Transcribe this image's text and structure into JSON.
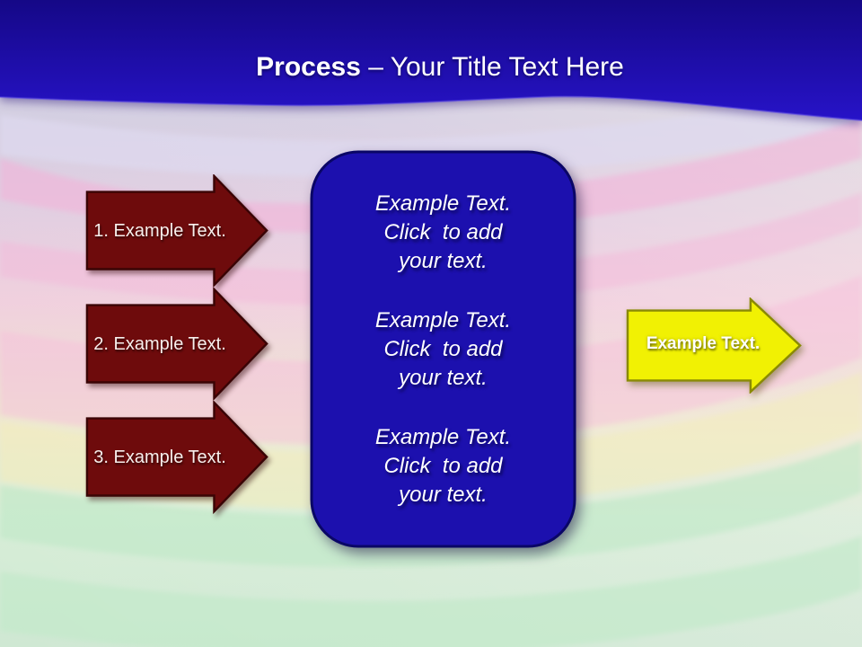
{
  "slide": {
    "title": {
      "bold": "Process",
      "rest": " – Your Title Text Here"
    },
    "steps": [
      {
        "label": "1. Example Text."
      },
      {
        "label": "2. Example Text."
      },
      {
        "label": "3. Example Text."
      }
    ],
    "panel": {
      "paragraphs": [
        "Example Text.\nClick  to add\nyour text.",
        "Example Text.\nClick  to add\nyour text.",
        "Example Text.\nClick  to add\nyour text."
      ]
    },
    "next_arrow": {
      "label": "Example Text."
    },
    "colors": {
      "header_top": "#150887",
      "header_bottom": "#2713C8",
      "header_edge": "#5a48e8",
      "step_fill": "#6E0B0C",
      "step_border": "#3A0405",
      "panel_fill": "#1C10AE",
      "panel_border": "#0A0666",
      "next_fill": "#F1F103",
      "next_border": "#8A8A05"
    }
  }
}
